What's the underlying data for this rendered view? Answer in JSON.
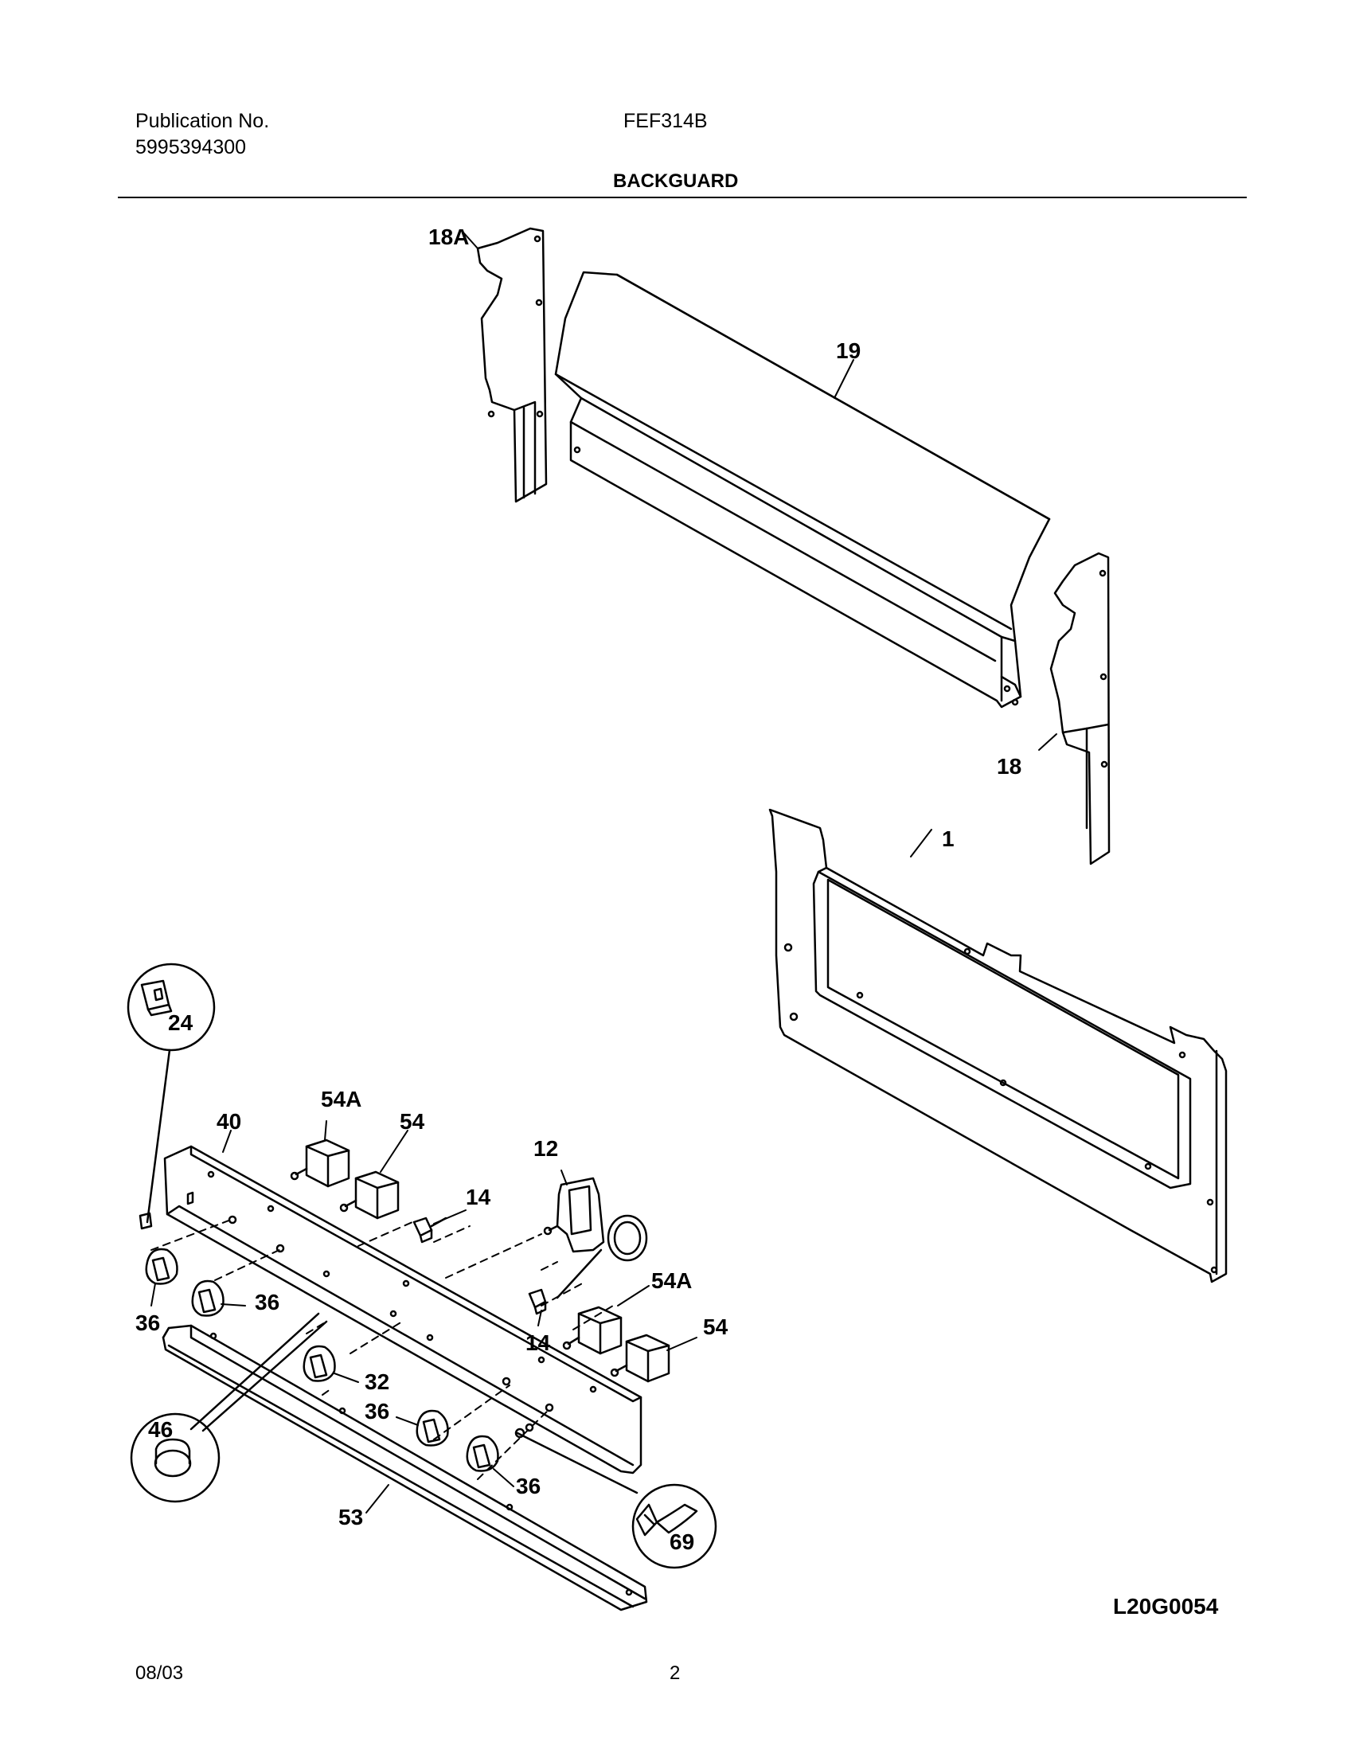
{
  "header": {
    "publication_label": "Publication No.",
    "publication_number": "5995394300",
    "model": "FEF314B",
    "section_title": "BACKGUARD"
  },
  "diagram": {
    "callouts": {
      "c18a": "18A",
      "c19": "19",
      "c18": "18",
      "c1": "1",
      "c24": "24",
      "c40": "40",
      "c54a_top": "54A",
      "c54_top": "54",
      "c12": "12",
      "c14_top": "14",
      "c36_a": "36",
      "c36_b": "36",
      "c14_mid": "14",
      "c54a_mid": "54A",
      "c54_mid": "54",
      "c32": "32",
      "c46": "46",
      "c36_c": "36",
      "c36_d": "36",
      "c53": "53",
      "c69": "69"
    },
    "drawing_number": "L20G0054"
  },
  "footer": {
    "date": "08/03",
    "page": "2"
  }
}
